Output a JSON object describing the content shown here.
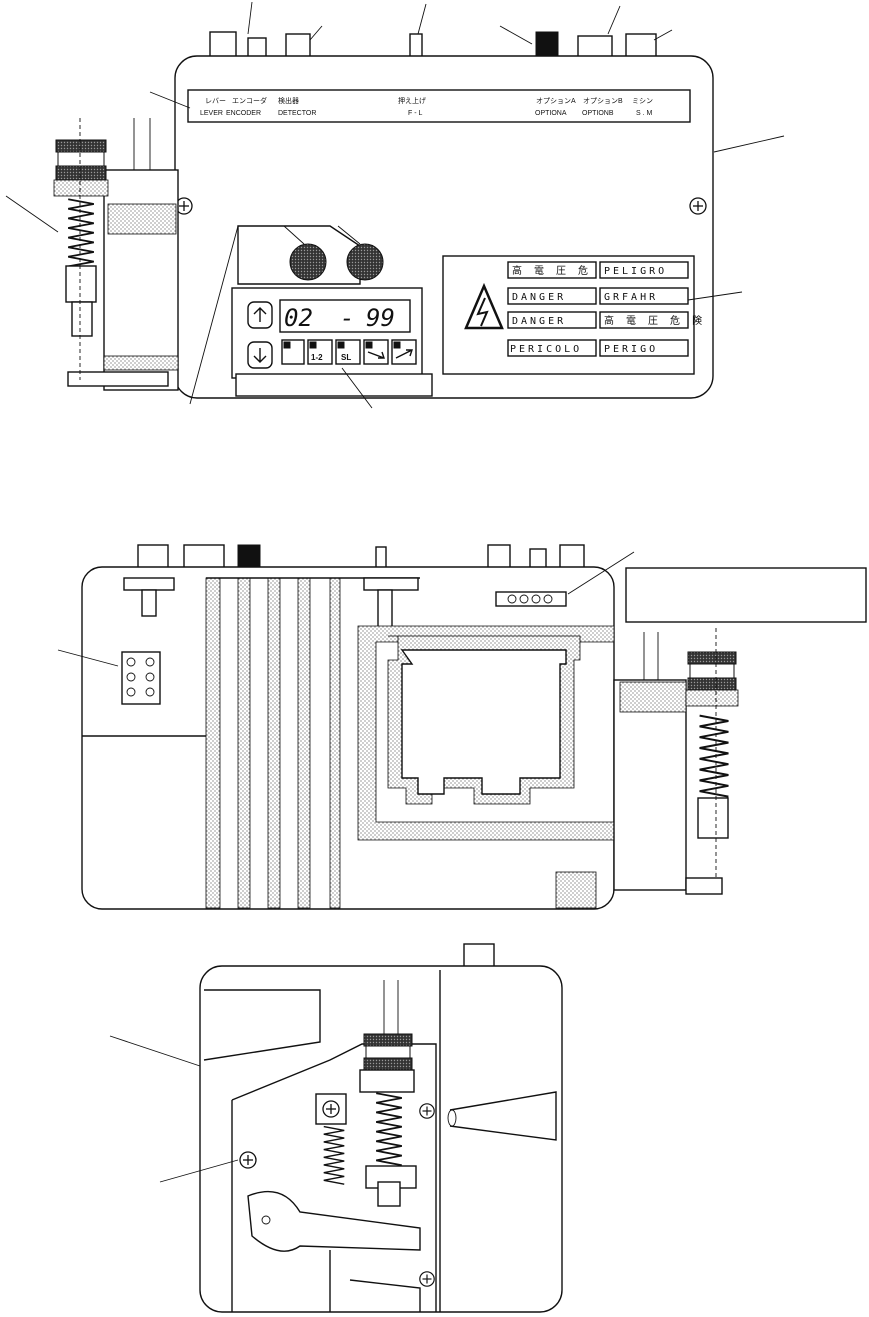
{
  "connector_labels": {
    "jp": [
      "レバー",
      "エンコーダ",
      "検出器",
      "押え上げ",
      "オプションA",
      "オプションB",
      "ミシン"
    ],
    "en": [
      "LEVER",
      "ENCODER",
      "DETECTOR",
      "F - L",
      "OPTIONA",
      "OPTIONB",
      "S . M"
    ]
  },
  "display_digits": [
    "02",
    "-",
    "99"
  ],
  "keys": [
    "1-2",
    "SL"
  ],
  "warnings": [
    "高 電 圧 危 険",
    "PELIGRO",
    "DANGER",
    "GRFAHR",
    "DANGER",
    "高 電 圧 危 険",
    "PERICOLO",
    "PERIGO"
  ],
  "icons": [
    "up-arrow-icon",
    "down-arrow-icon",
    "screw-icon",
    "spring-icon",
    "high-voltage-icon"
  ]
}
